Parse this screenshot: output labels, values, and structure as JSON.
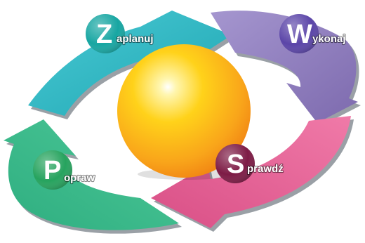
{
  "cycle": {
    "colors": {
      "plan": "#2cb8c4",
      "do": "#8f7fbd",
      "check": "#e8669a",
      "act": "#3bbd8a",
      "sphere": "#fbc02d"
    },
    "stages": [
      {
        "key": "plan",
        "initial": "Z",
        "rest": "aplanuj",
        "badge_color": "#17a6a2"
      },
      {
        "key": "do",
        "initial": "W",
        "rest": "ykonaj",
        "badge_color": "#5b45a8"
      },
      {
        "key": "check",
        "initial": "S",
        "rest": "prawdź",
        "badge_color": "#7d1b45"
      },
      {
        "key": "act",
        "initial": "P",
        "rest": "opraw",
        "badge_color": "#26a35e"
      }
    ]
  }
}
